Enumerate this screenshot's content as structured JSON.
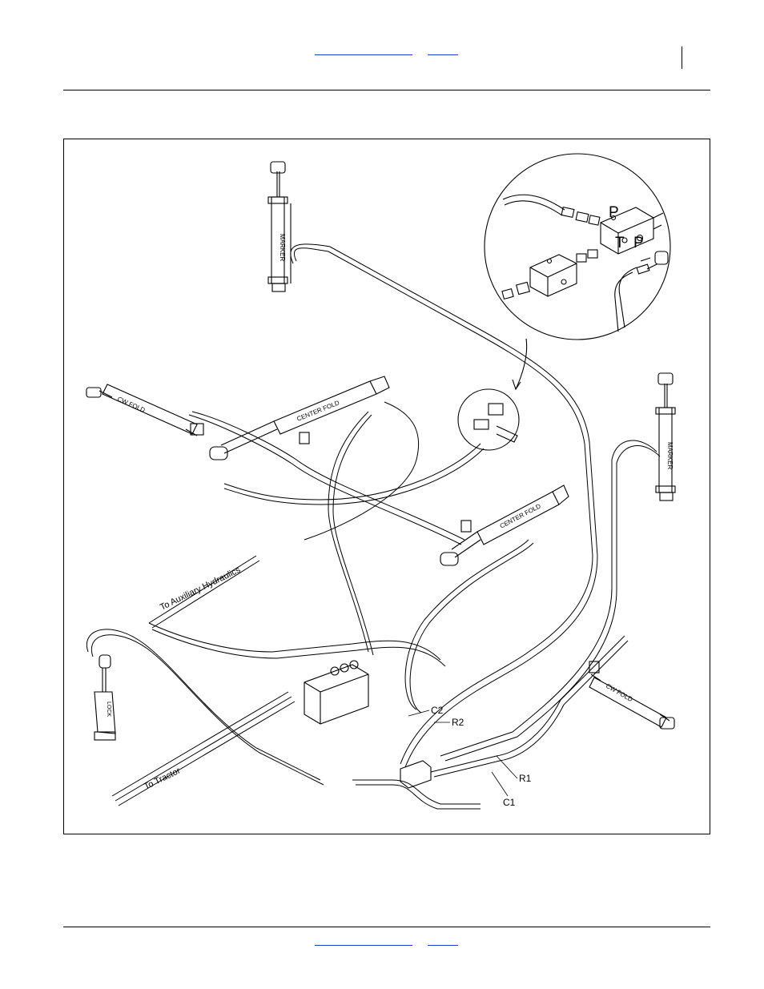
{
  "header": {
    "link_1": "",
    "link_2": ""
  },
  "footer": {
    "link_1": "",
    "link_2": ""
  },
  "figure": {
    "callouts": {
      "aux": "To Auxiliary Hydraulics",
      "tractor": "To Tractor",
      "c2": "C2",
      "r2": "R2",
      "r1": "R1",
      "c1": "C1"
    },
    "cylinder_labels": {
      "marker_left": "MARKER",
      "marker_right": "MARKER",
      "cw_fold_left": "CW FOLD",
      "cw_fold_right": "CW FOLD",
      "center_fold_upper": "CENTER FOLD",
      "center_fold_lower": "CENTER FOLD",
      "lock": "LOCK"
    },
    "detail_ports": {
      "p_top": "P",
      "t": "T",
      "p_right": "P"
    }
  },
  "colors": {
    "link": "#1f3fbf",
    "line": "#000000"
  }
}
